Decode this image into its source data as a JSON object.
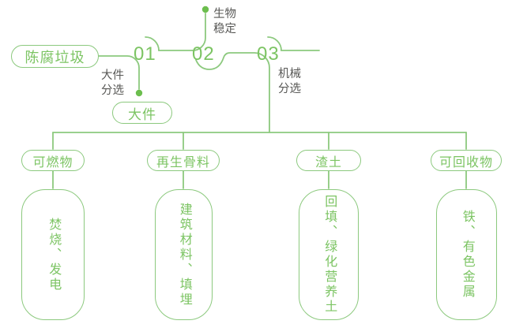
{
  "colors": {
    "line_green": "#8CC97E",
    "dot_green": "#6CBE4E",
    "text_green": "#7CC463",
    "label_gray": "#585856"
  },
  "flow": {
    "source_label": "陈腐垃圾",
    "steps": [
      {
        "number": "01",
        "label": "大件\n分选",
        "output_label": "大件"
      },
      {
        "number": "02",
        "label": "生物\n稳定"
      },
      {
        "number": "03",
        "label": "机械\n分选"
      }
    ],
    "categories": [
      {
        "label": "可燃物",
        "detail": "焚烧、发电"
      },
      {
        "label": "再生骨料",
        "detail": "建筑材料、填埋"
      },
      {
        "label": "渣土",
        "detail": "回填、绿化营养土"
      },
      {
        "label": "可回收物",
        "detail": "铁、有色金属"
      }
    ]
  }
}
